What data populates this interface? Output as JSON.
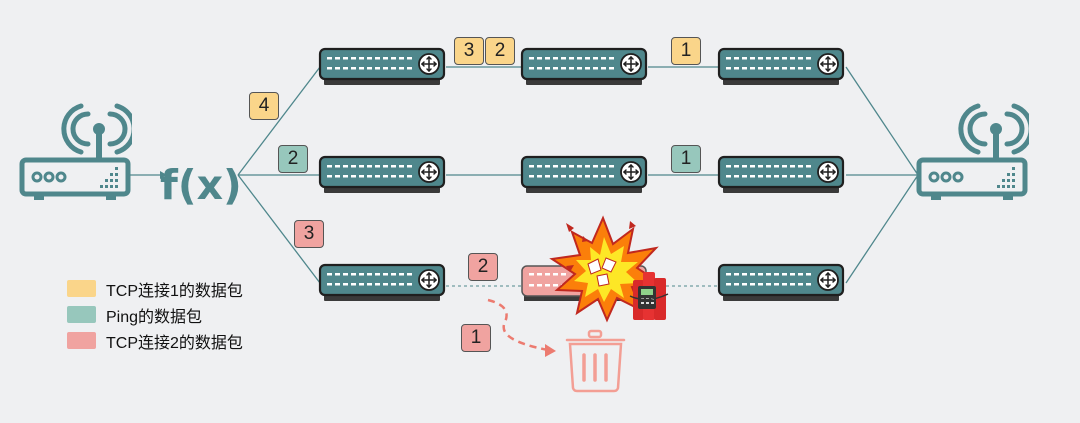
{
  "colors": {
    "background": "#eff0f2",
    "device_teal": "#4f878c",
    "tcp1_packet": "#fad58a",
    "ping_packet": "#97c7bc",
    "tcp2_packet": "#f0a3a0",
    "explosion_orange": "#fb7f0a",
    "explosion_yellow": "#fde726",
    "dynamite_red": "#d92a2a",
    "trash_red": "#f39e94"
  },
  "function_label": "f(x)",
  "packets": [
    {
      "id": "p-top-4",
      "label": "4",
      "flow": "tcp1"
    },
    {
      "id": "p-top-3",
      "label": "3",
      "flow": "tcp1"
    },
    {
      "id": "p-top-2",
      "label": "2",
      "flow": "tcp1"
    },
    {
      "id": "p-top-1",
      "label": "1",
      "flow": "tcp1"
    },
    {
      "id": "p-mid-2",
      "label": "2",
      "flow": "ping"
    },
    {
      "id": "p-mid-1",
      "label": "1",
      "flow": "ping"
    },
    {
      "id": "p-bot-3",
      "label": "3",
      "flow": "tcp2"
    },
    {
      "id": "p-bot-2",
      "label": "2",
      "flow": "tcp2"
    },
    {
      "id": "p-bot-1",
      "label": "1",
      "flow": "tcp2"
    }
  ],
  "legend": [
    {
      "label": "TCP连接1的数据包",
      "flow": "tcp1"
    },
    {
      "label": "Ping的数据包",
      "flow": "ping"
    },
    {
      "label": "TCP连接2的数据包",
      "flow": "tcp2"
    }
  ],
  "icons": [
    "wifi-router-icon",
    "function-icon",
    "network-switch-icon",
    "explosion-icon",
    "dynamite-icon",
    "trash-icon"
  ]
}
